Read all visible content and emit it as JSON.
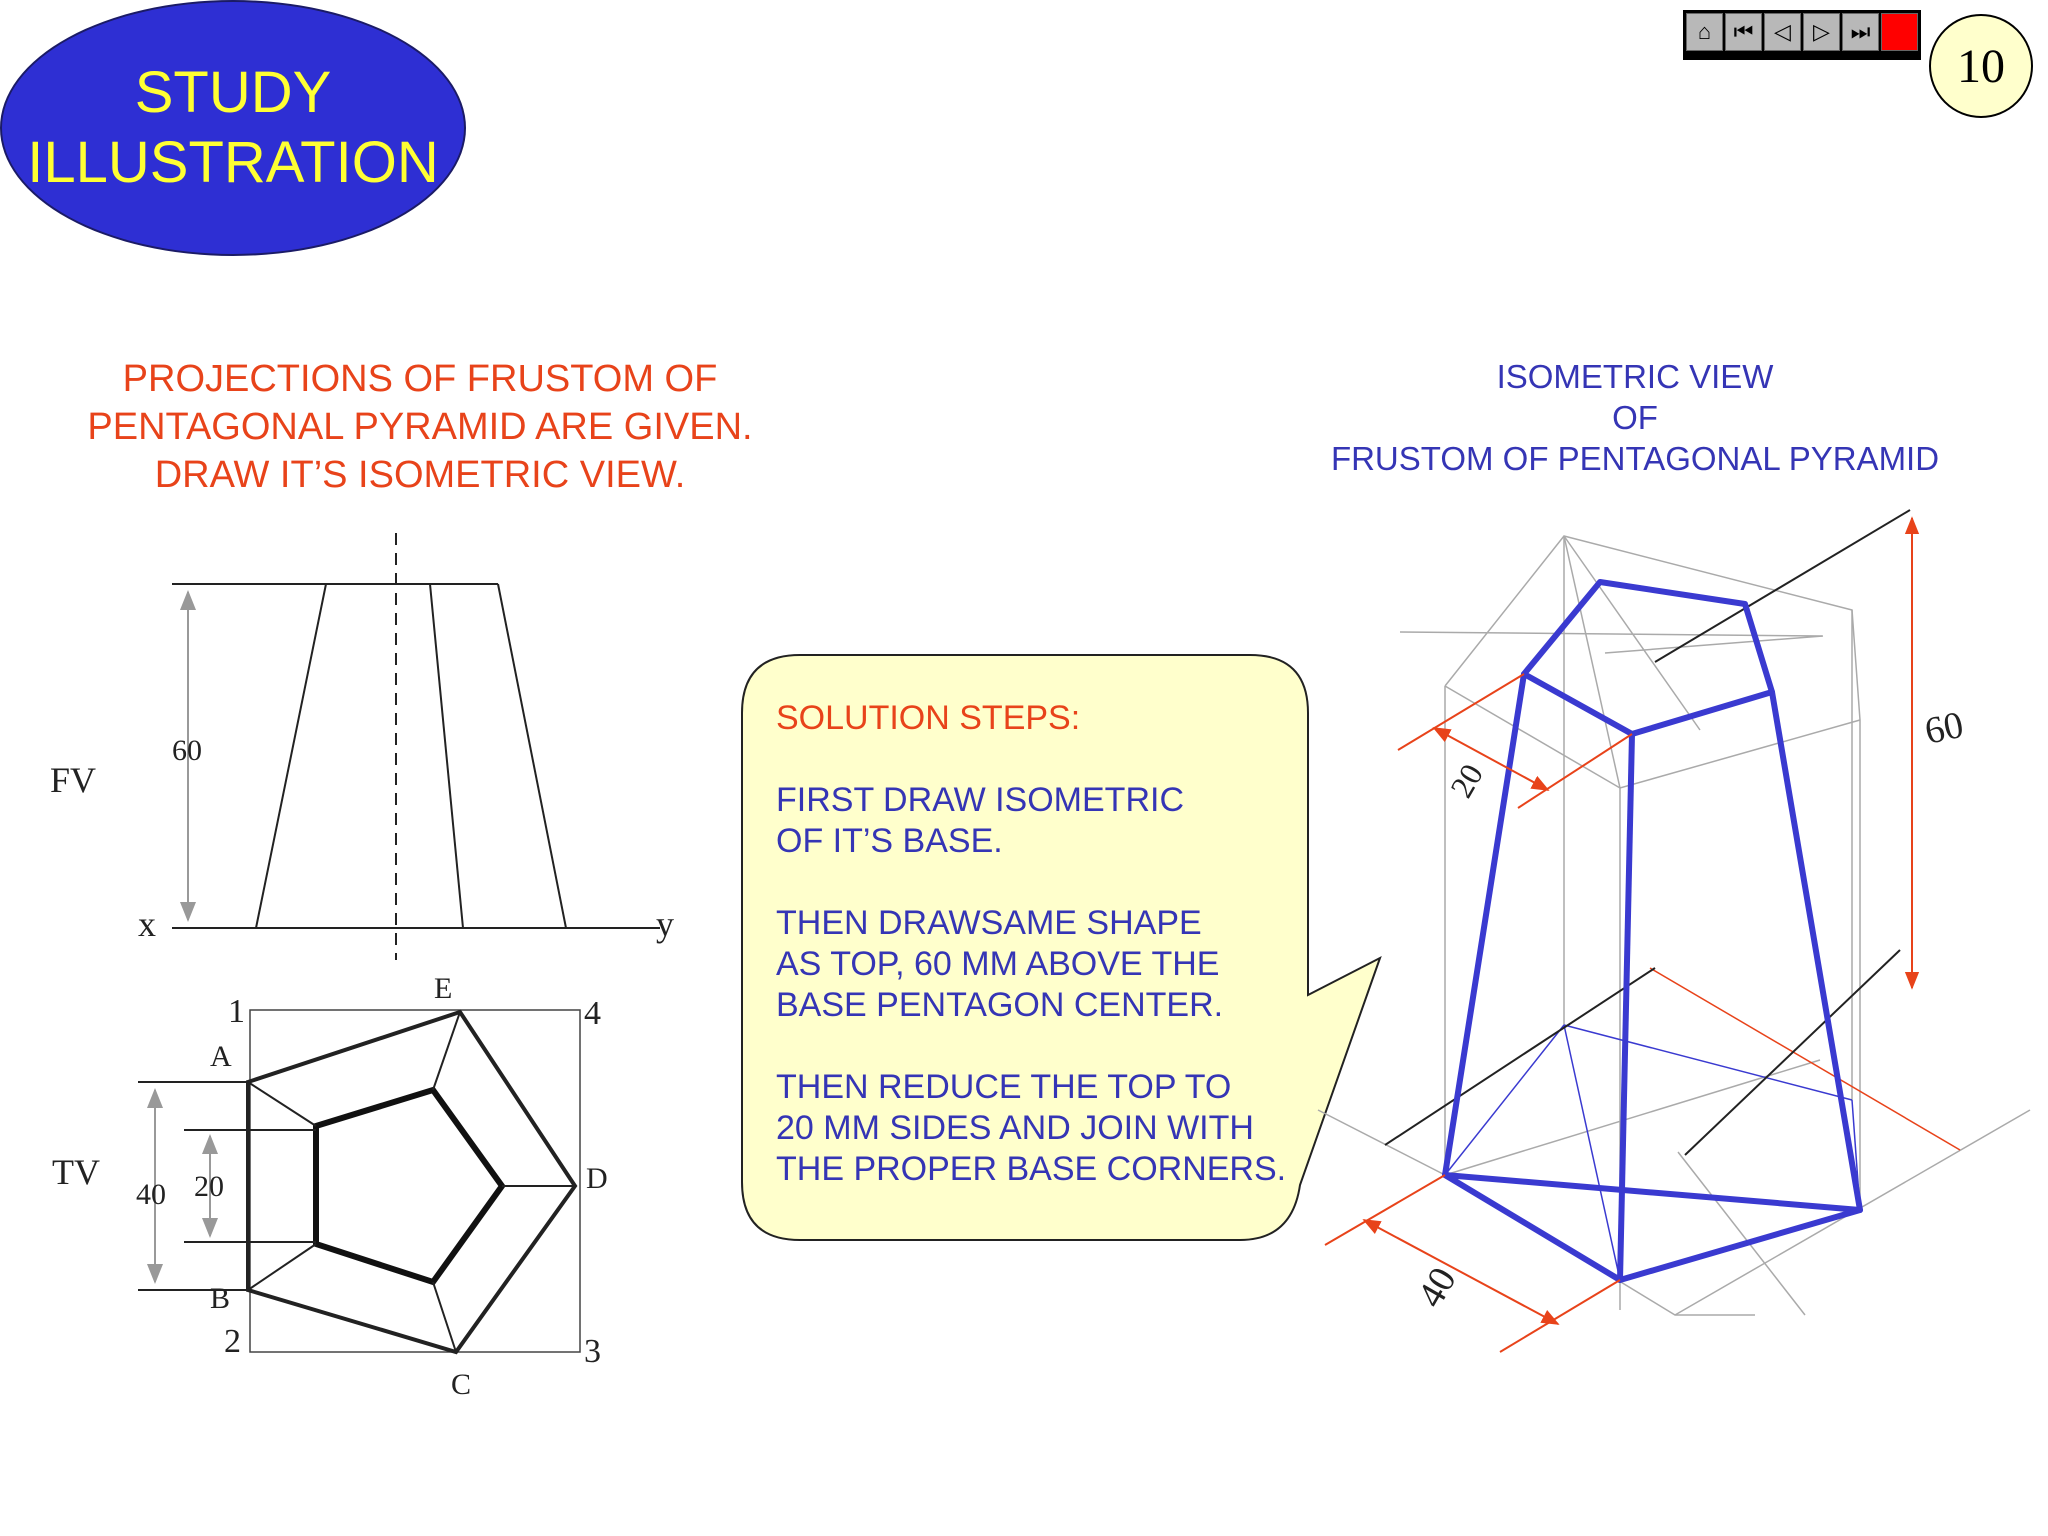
{
  "badge": {
    "line1": "STUDY",
    "line2": "ILLUSTRATION"
  },
  "nav": {
    "buttons": [
      {
        "name": "home-icon",
        "glyph": "⌂"
      },
      {
        "name": "first-icon",
        "glyph": "⏮"
      },
      {
        "name": "previous-icon",
        "glyph": "◁"
      },
      {
        "name": "next-icon",
        "glyph": "▷"
      },
      {
        "name": "last-icon",
        "glyph": "⏭"
      },
      {
        "name": "stop-icon",
        "glyph": ""
      }
    ]
  },
  "page_number": "10",
  "problem": {
    "line1": "PROJECTIONS OF FRUSTOM OF",
    "line2": "PENTAGONAL PYRAMID ARE GIVEN.",
    "line3": "DRAW IT’S ISOMETRIC VIEW."
  },
  "iso_title": {
    "line1": "ISOMETRIC VIEW",
    "line2": "OF",
    "line3": "FRUSTOM OF PENTAGONAL PYRAMID"
  },
  "solution": {
    "heading": "SOLUTION STEPS:",
    "step1": [
      "FIRST DRAW ISOMETRIC",
      "OF IT’S BASE."
    ],
    "step2": [
      "THEN DRAWSAME SHAPE",
      "AS TOP, 60 MM ABOVE THE",
      "BASE PENTAGON CENTER."
    ],
    "step3": [
      "THEN REDUCE THE TOP TO",
      "20 MM SIDES AND JOIN WITH",
      "THE PROPER BASE CORNERS."
    ]
  },
  "projection_labels": {
    "fv": "FV",
    "tv": "TV",
    "x": "x",
    "y": "y",
    "height": "60",
    "width_outer": "40",
    "width_inner": "20",
    "corners": [
      "1",
      "2",
      "3",
      "4"
    ],
    "vertices": [
      "A",
      "B",
      "C",
      "D",
      "E"
    ]
  },
  "iso_dims": {
    "height": "60",
    "top_side": "20",
    "base_side": "40"
  },
  "colors": {
    "badge_bg": "#2e2fd3",
    "badge_text": "#ffff33",
    "red_text": "#e8431a",
    "blue_text": "#3535b5",
    "callout_bg": "#ffffcc",
    "iso_line": "#3a3ad0",
    "dim_red": "#e8431a"
  }
}
